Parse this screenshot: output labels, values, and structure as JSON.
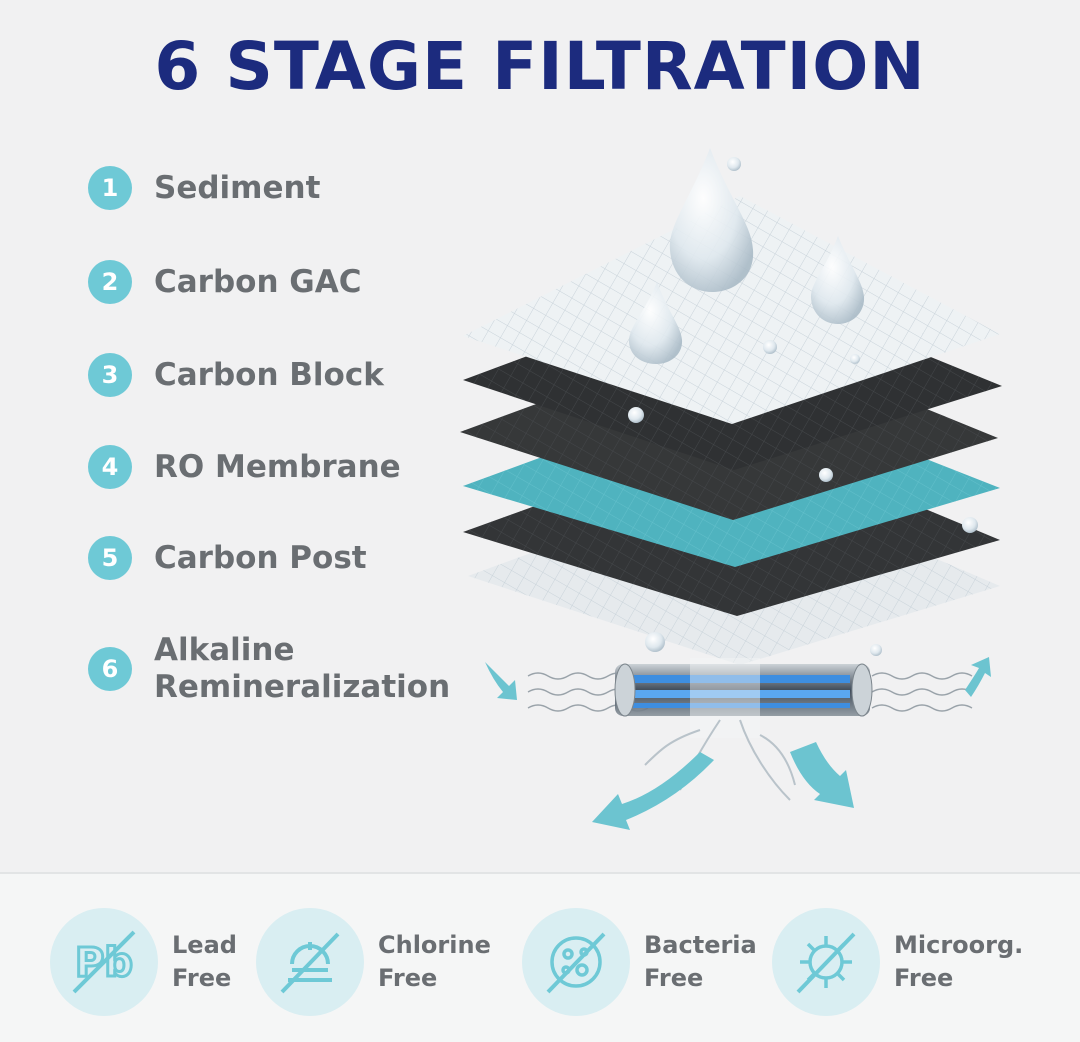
{
  "title": "6 STAGE FILTRATION",
  "stages": [
    {
      "num": "1",
      "label": "Sediment"
    },
    {
      "num": "2",
      "label": "Carbon GAC"
    },
    {
      "num": "3",
      "label": "Carbon Block"
    },
    {
      "num": "4",
      "label": "RO Membrane"
    },
    {
      "num": "5",
      "label": "Carbon Post"
    },
    {
      "num": "6",
      "label_line1": "Alkaline",
      "label_line2": "Remineralization"
    }
  ],
  "badges": [
    {
      "line1": "Lead",
      "line2": "Free",
      "icon": "lead-pb-crossed-icon",
      "icon_text": "Pb"
    },
    {
      "line1": "Chlorine",
      "line2": "Free",
      "icon": "chlorine-crossed-icon"
    },
    {
      "line1": "Bacteria",
      "line2": "Free",
      "icon": "bacteria-crossed-icon"
    },
    {
      "line1": "Microorg.",
      "line2": "Free",
      "icon": "microorganism-crossed-icon"
    }
  ],
  "colors": {
    "title": "#1c2b7e",
    "accent": "#6ec9d6",
    "text": "#6a6e72",
    "layer_dark": "#333537",
    "layer_teal": "#4fb3bf",
    "layer_white": "#e9edf0"
  }
}
